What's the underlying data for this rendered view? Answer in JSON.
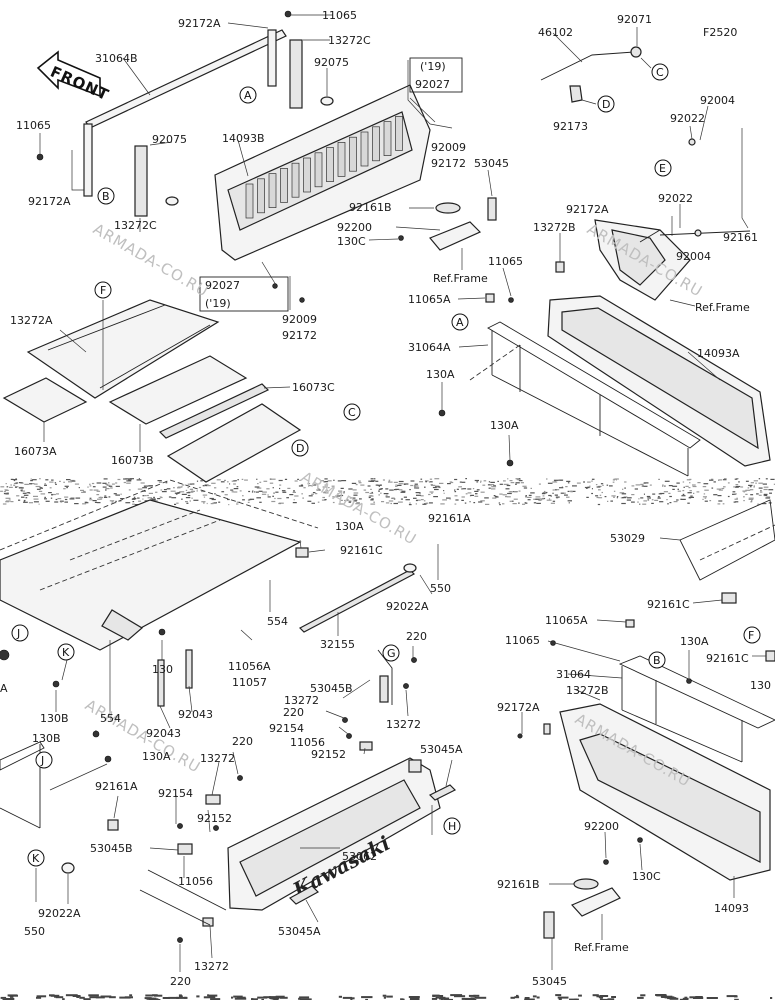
{
  "figure_code": "F2520",
  "front_label": "FRONT",
  "watermark": "ARMADA-CO.RU",
  "brand_decal": "Kawasaki",
  "ref_frame_label": "Ref.Frame",
  "year_note": "('19)",
  "callouts": [
    "A",
    "B",
    "C",
    "D",
    "E",
    "F",
    "G",
    "H",
    "J",
    "K"
  ],
  "part_labels": {
    "p92172A_top": "92172A",
    "p11065_top": "11065",
    "p13272C_top": "13272C",
    "p31064B": "31064B",
    "p92075_top": "92075",
    "p46102": "46102",
    "p92071": "92071",
    "p92027_19": "92027",
    "p11065_left": "11065",
    "p14093B": "14093B",
    "p92075_left": "92075",
    "p92172A_left": "92172A",
    "p13272C_left": "13272C",
    "p92173": "92173",
    "p92004_top": "92004",
    "p92022_top": "92022",
    "p92009_top": "92009",
    "p92172_top": "92172",
    "p53045_top": "53045",
    "p92161B_top": "92161B",
    "p92200_top": "92200",
    "p130C_top": "130C",
    "p92022_mid": "92022",
    "p92172A_mid": "92172A",
    "p13272B_top": "13272B",
    "p92161_right": "92161",
    "p92004_mid": "92004",
    "p92027_left": "92027",
    "p92009_left": "92009",
    "p92172_left": "92172",
    "p11065_mid": "11065",
    "p11065A_mid": "11065A",
    "p13272A": "13272A",
    "p31064A": "31064A",
    "p14093A": "14093A",
    "p130A_1": "130A",
    "p130A_2": "130A",
    "p16073C": "16073C",
    "p16073A": "16073A",
    "p16073B": "16073B",
    "p130A_3": "130A",
    "p92161A_mid": "92161A",
    "p53029": "53029",
    "p92161C_mid": "92161C",
    "p550_mid": "550",
    "p92161C_right": "92161C",
    "p554_a": "554",
    "p32155": "32155",
    "p92022A_mid": "92022A",
    "p11065A_low": "11065A",
    "p11065_low": "11065",
    "p130A_4": "130A",
    "p130": "130",
    "p11056A": "11056A",
    "p11057": "11057",
    "p220_mid": "220",
    "p31064": "31064",
    "p92161C_r2": "92161C",
    "p130_right": "130",
    "p130B_1": "130B",
    "p53045B_mid": "53045B",
    "p13272_mid1": "13272",
    "p220_mid2": "220",
    "p13272_mid2": "13272",
    "p13272B_low": "13272B",
    "p92172A_low": "92172A",
    "p554_b": "554",
    "p92043_1": "92043",
    "p92043_2": "92043",
    "p92154_mid": "92154",
    "p11056_mid": "11056",
    "p92152_mid": "92152",
    "p53045A_mid": "53045A",
    "p130B_2": "130B",
    "p130A_5": "130A",
    "p220_low": "220",
    "p13272_low": "13272",
    "p92161A_low": "92161A",
    "p92154_low": "92154",
    "p92152_low": "92152",
    "p53045B_low": "53045B",
    "p11056_low": "11056",
    "p53062": "53062",
    "p92200_low": "92200",
    "p130C_low": "130C",
    "p92161B_low": "92161B",
    "p550_low": "550",
    "p92022A_low": "92022A",
    "p53045A_low": "53045A",
    "p14093": "14093",
    "p220_bottom": "220",
    "p13272_bottom": "13272",
    "p53045_low": "53045",
    "p_a_left": "A"
  }
}
